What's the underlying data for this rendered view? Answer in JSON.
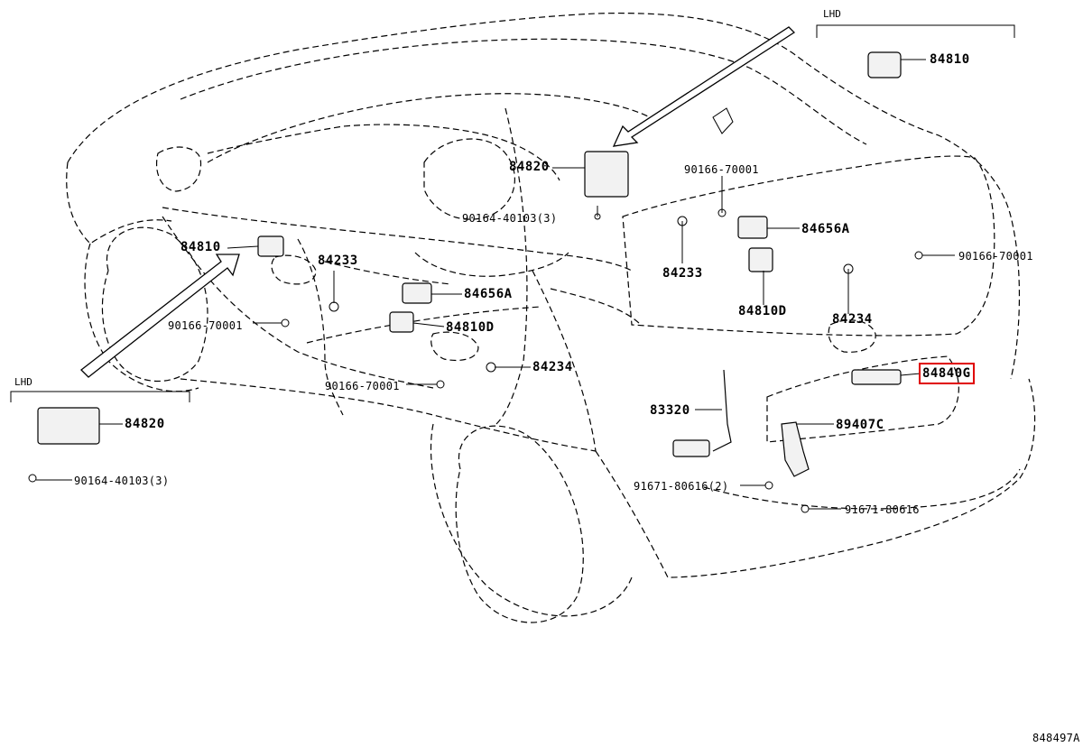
{
  "diagram_id": "848497A",
  "highlight_color": "#e00000",
  "inset_left_title": "LHD",
  "inset_right_title": "LHD",
  "parts": {
    "p84810_inset": "84810",
    "p84810_left": "84810",
    "p84820_main": "84820",
    "p84820_inset": "84820",
    "p90166_upper": "90166-70001",
    "p90164_upper": "90164-40103(3)",
    "p90164_inset": "90164-40103(3)",
    "p84656A_right": "84656A",
    "p84656A_left": "84656A",
    "p84233_left": "84233",
    "p84233_right": "84233",
    "p90166_right": "90166-70001",
    "p84810D_right": "84810D",
    "p84810D_left": "84810D",
    "p84234_right": "84234",
    "p84234_mid": "84234",
    "p90166_left1": "90166-70001",
    "p90166_left2": "90166-70001",
    "p84840G": "84840G",
    "p83320": "83320",
    "p89407C": "89407C",
    "p91671_2": "91671-80616(2)",
    "p91671": "91671-80616"
  }
}
